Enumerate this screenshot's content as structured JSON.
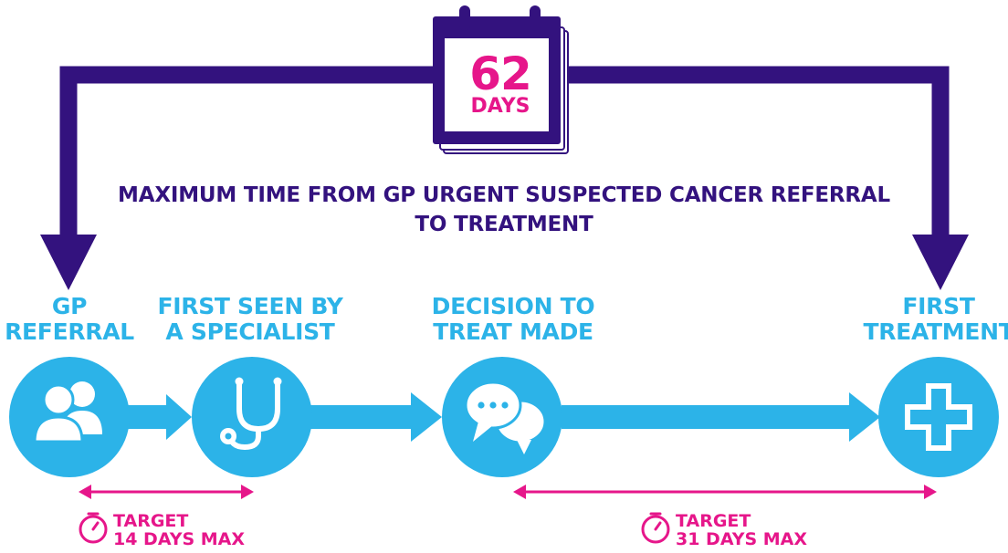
{
  "calendar": {
    "number": "62",
    "unit": "DAYS"
  },
  "caption": {
    "line1": "MAXIMUM TIME FROM GP URGENT SUSPECTED CANCER REFERRAL",
    "line2": "TO TREATMENT"
  },
  "steps": [
    {
      "line1": "GP",
      "line2": "REFERRAL",
      "icon": "people-icon"
    },
    {
      "line1": "FIRST SEEN BY",
      "line2": "A SPECIALIST",
      "icon": "stethoscope-icon"
    },
    {
      "line1": "DECISION TO",
      "line2": "TREAT MADE",
      "icon": "speech-bubbles-icon"
    },
    {
      "line1": "FIRST",
      "line2": "TREATMENT",
      "icon": "medical-cross-icon"
    }
  ],
  "targets": [
    {
      "line1": "TARGET",
      "line2": "14 DAYS MAX",
      "icon": "stopwatch-icon"
    },
    {
      "line1": "TARGET",
      "line2": "31 DAYS MAX",
      "icon": "stopwatch-icon"
    }
  ],
  "colors": {
    "navy": "#33127e",
    "cyan": "#2cb3e8",
    "magenta": "#e6168a"
  }
}
